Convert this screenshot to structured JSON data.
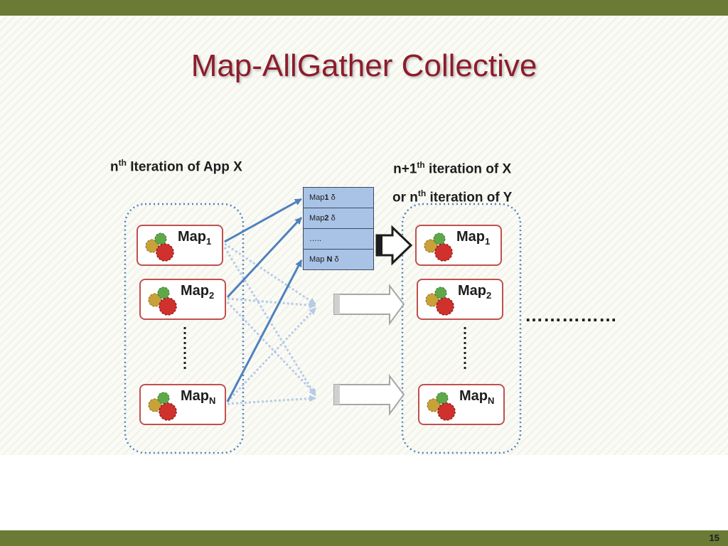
{
  "slide": {
    "title": "Map-AllGather Collective",
    "page_number": "15"
  },
  "left_group": {
    "heading_prefix": "n",
    "heading_sup": "th",
    "heading_rest": " Iteration of App X",
    "maps": [
      {
        "base": "Map",
        "sub": "1"
      },
      {
        "base": "Map",
        "sub": "2"
      },
      {
        "base": "Map",
        "sub": "N"
      }
    ]
  },
  "right_group": {
    "heading_line1_prefix": "n+1",
    "heading_line1_sup": "th",
    "heading_line1_rest": " iteration of X",
    "heading_line2_prefix": "or n",
    "heading_line2_sup": "th",
    "heading_line2_rest": " iteration of Y",
    "maps": [
      {
        "base": "Map",
        "sub": "1"
      },
      {
        "base": "Map",
        "sub": "2"
      },
      {
        "base": "Map",
        "sub": "N"
      }
    ]
  },
  "delta_table": {
    "rows": [
      {
        "pre": "Map",
        "bold": "1",
        "post": " δ"
      },
      {
        "pre": "Map",
        "bold": "2",
        "post": " δ"
      },
      {
        "pre": "…..",
        "bold": "",
        "post": ""
      },
      {
        "pre": "Map ",
        "bold": "N",
        "post": " δ"
      }
    ]
  },
  "continuation": "……………",
  "colors": {
    "title": "#8c1d2a",
    "bar": "#6b7a35",
    "map_border": "#c0504d",
    "group_border": "#4f81bd",
    "arrow_solid": "#4f81bd",
    "arrow_dotted": "#9db9dc",
    "table_fill": "#a9c3e6"
  }
}
